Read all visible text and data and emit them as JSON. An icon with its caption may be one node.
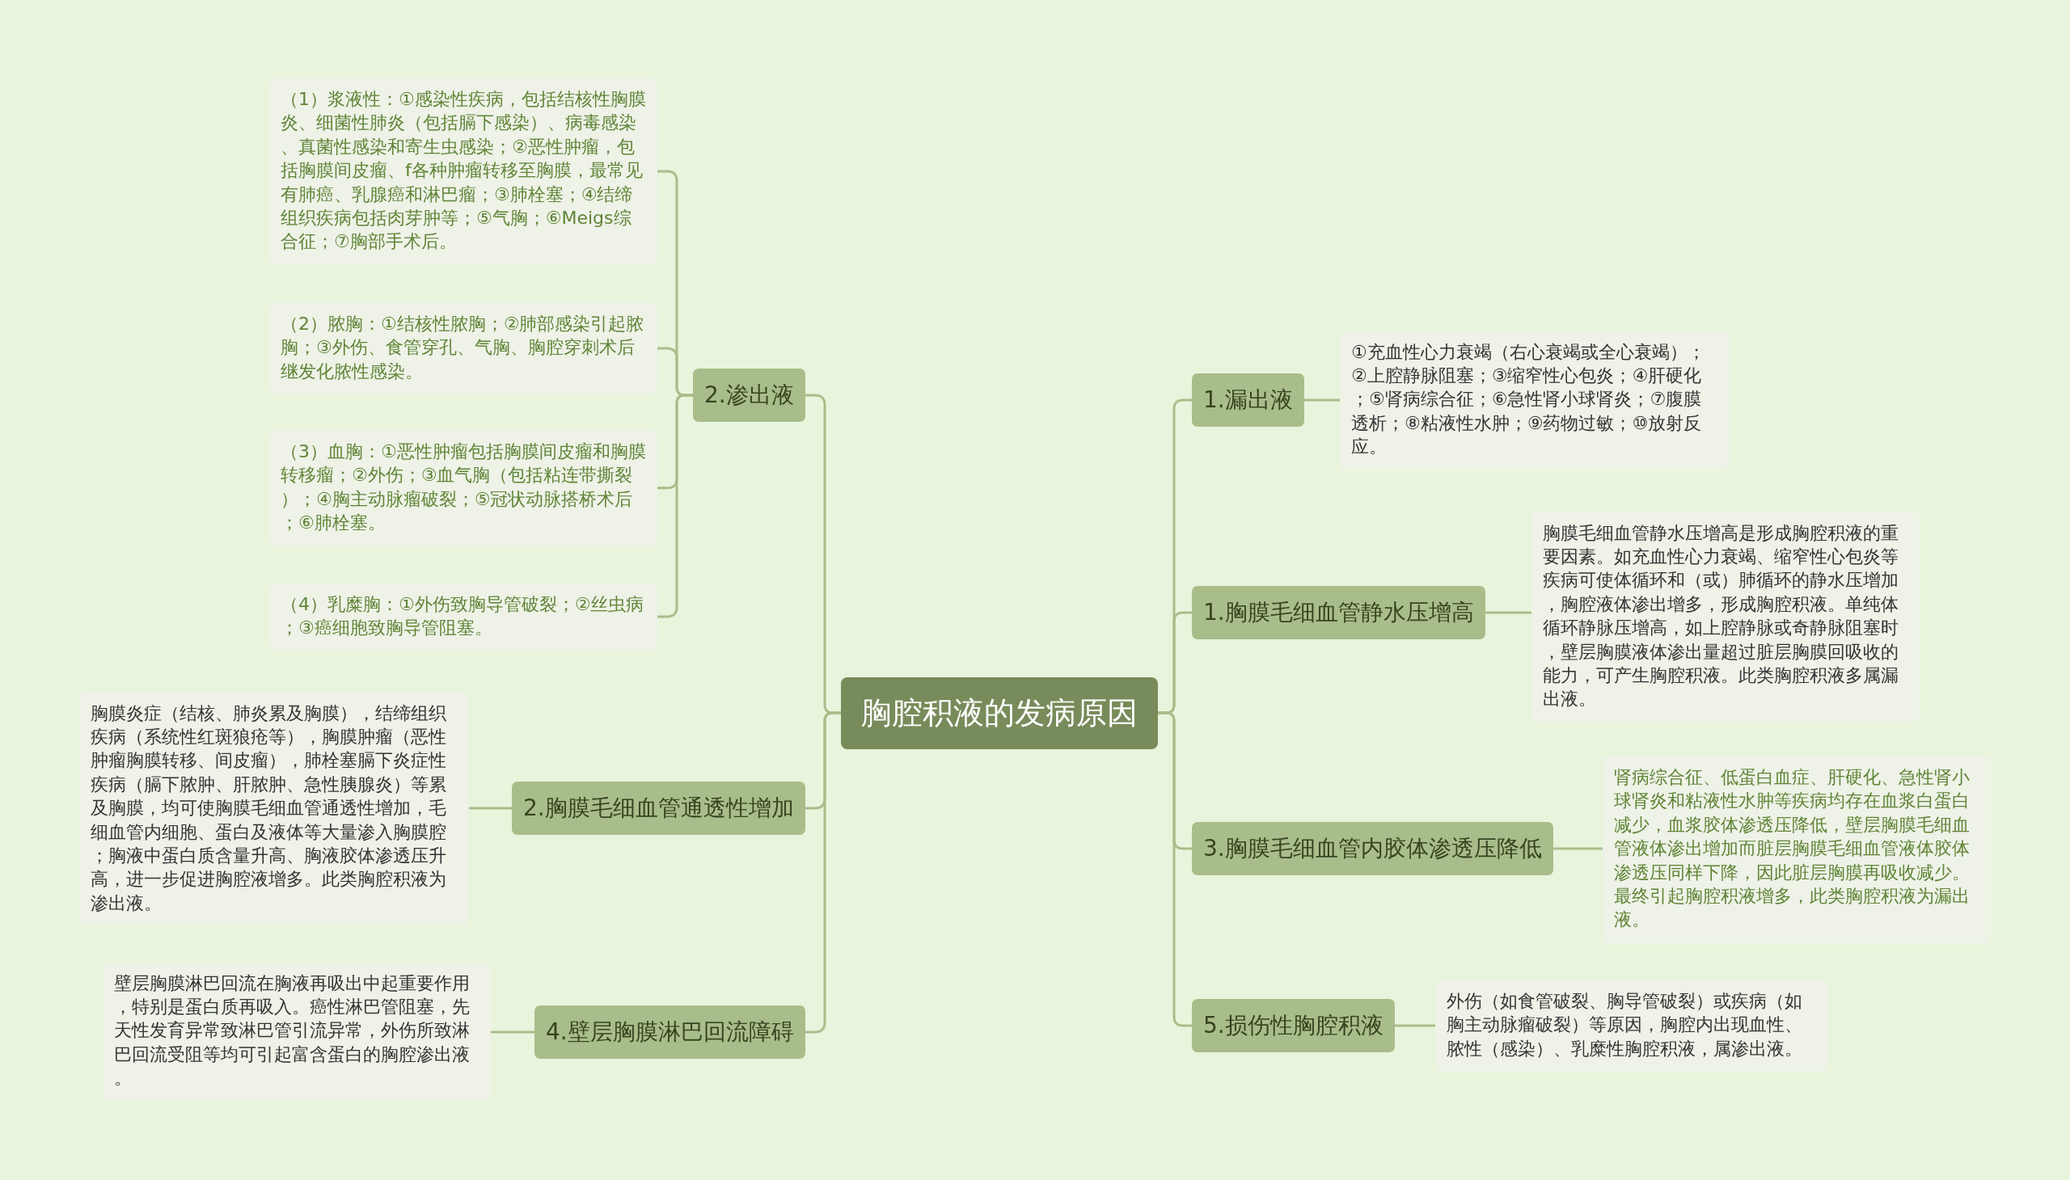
{
  "diagram": {
    "nodes": [
      {
        "text": [
          "胸腔积液的发病原因"
        ]
      },
      {
        "text": [
          "2.渗出液"
        ]
      },
      {
        "text": [
          "（1）浆液性：①感染性疾病，包括结核性胸膜炎、细菌性肺炎（包括膈下感染）、病毒感染、真菌性感染和寄生虫感染；②恶性肿瘤，包括胸膜间皮瘤、f各种肿瘤转移至胸膜，最常见有肺癌、乳腺癌和淋巴瘤；③肺栓塞；④结缔组织疾病包括肉芽肿等；⑤气胸；⑥Meigs综合征；⑦胸部手术后。"
        ]
      },
      {
        "text": [
          "（2）脓胸：①结核性脓胸；②肺部感染引起脓胸；③外伤、食管穿孔、气胸、胸腔穿刺术后继发化脓性感染。"
        ]
      },
      {
        "text": [
          "（3）血胸：①恶性肿瘤包括胸膜间皮瘤和胸膜转移瘤；②外伤；③血气胸（包括粘连带撕裂）；④胸主动脉瘤破裂；⑤冠状动脉搭桥术后；⑥肺栓塞。"
        ]
      },
      {
        "text": [
          "（4）乳糜胸：①外伤致胸导管破裂；②丝虫病；③癌细胞致胸导管阻塞。"
        ]
      },
      {
        "text": [
          "2.胸膜毛细血管通透性增加"
        ]
      },
      {
        "text": [
          "胸膜炎症（结核、肺炎累及胸膜），结缔组织疾病（系统性红斑狼疮等），胸膜肿瘤（恶性肿瘤胸膜转移、间皮瘤），肺栓塞膈下炎症性疾病（膈下脓肿、肝脓肿、急性胰腺炎）等累及胸膜，均可使胸膜毛细血管通透性增加，毛细血管内细胞、蛋白及液体等大量渗入胸膜腔；胸液中蛋白质含量升高、胸液胶体渗透压升高，进一步促进胸腔液增多。此类胸腔积液为渗出液。"
        ]
      },
      {
        "text": [
          "4.壁层胸膜淋巴回流障碍"
        ]
      },
      {
        "text": [
          "壁层胸膜淋巴回流在胸液再吸出中起重要作用，特别是蛋白质再吸入。癌性淋巴管阻塞，先天性发育异常致淋巴管引流异常，外伤所致淋巴回流受阻等均可引起富含蛋白的胸腔渗出液。"
        ]
      },
      {
        "text": [
          "1.漏出液"
        ]
      },
      {
        "text": [
          "①充血性心力衰竭（右心衰竭或全心衰竭）；②上腔静脉阻塞；③缩窄性心包炎；④肝硬化；⑤肾病综合征；⑥急性肾小球肾炎；⑦腹膜透析；⑧粘液性水肿；⑨药物过敏；⑩放射反应。"
        ]
      },
      {
        "text": [
          "1.胸膜毛细血管静水压增高"
        ]
      },
      {
        "text": [
          "胸膜毛细血管静水压增高是形成胸腔积液的重要因素。如充血性心力衰竭、缩窄性心包炎等疾病可使体循环和（或）肺循环的静水压增加，胸腔液体渗出增多，形成胸腔积液。单纯体循环静脉压增高，如上腔静脉或奇静脉阻塞时，壁层胸膜液体渗出量超过脏层胸膜回吸收的能力，可产生胸腔积液。此类胸腔积液多属漏出液。"
        ]
      },
      {
        "text": [
          "3.胸膜毛细血管内胶体渗透压降低"
        ]
      },
      {
        "text": [
          "肾病综合征、低蛋白血症、肝硬化、急性肾小球肾炎和粘液性水肿等疾病均存在血浆白蛋白减少，血浆胶体渗透压降低，壁层胸膜毛细血管液体渗出增加而脏层胸膜毛细血管液体胶体渗透压同样下降，因此脏层胸膜再吸收减少。最终引起胸腔积液增多，此类胸腔积液为漏出液。"
        ]
      },
      {
        "text": [
          "5.损伤性胸腔积液"
        ]
      },
      {
        "text": [
          "外伤（如食管破裂、胸导管破裂）或疾病（如胸主动脉瘤破裂）等原因，胸腔内出现血性、脓性（感染）、乳糜性胸腔积液，属渗出液。"
        ]
      }
    ],
    "edges": [
      {
        "from": 0,
        "to": 1,
        "arrow": "none"
      },
      {
        "from": 1,
        "to": 2,
        "arrow": "none"
      },
      {
        "from": 1,
        "to": 3,
        "arrow": "none"
      },
      {
        "from": 1,
        "to": 4,
        "arrow": "none"
      },
      {
        "from": 1,
        "to": 5,
        "arrow": "none"
      },
      {
        "from": 0,
        "to": 6,
        "arrow": "none"
      },
      {
        "from": 6,
        "to": 7,
        "arrow": "none"
      },
      {
        "from": 0,
        "to": 8,
        "arrow": "none"
      },
      {
        "from": 8,
        "to": 9,
        "arrow": "none"
      },
      {
        "from": 0,
        "to": 10,
        "arrow": "none"
      },
      {
        "from": 10,
        "to": 11,
        "arrow": "none"
      },
      {
        "from": 0,
        "to": 12,
        "arrow": "none"
      },
      {
        "from": 12,
        "to": 13,
        "arrow": "none"
      },
      {
        "from": 0,
        "to": 14,
        "arrow": "none"
      },
      {
        "from": 14,
        "to": 15,
        "arrow": "none"
      },
      {
        "from": 0,
        "to": 16,
        "arrow": "none"
      },
      {
        "from": 16,
        "to": 17,
        "arrow": "none"
      }
    ]
  }
}
